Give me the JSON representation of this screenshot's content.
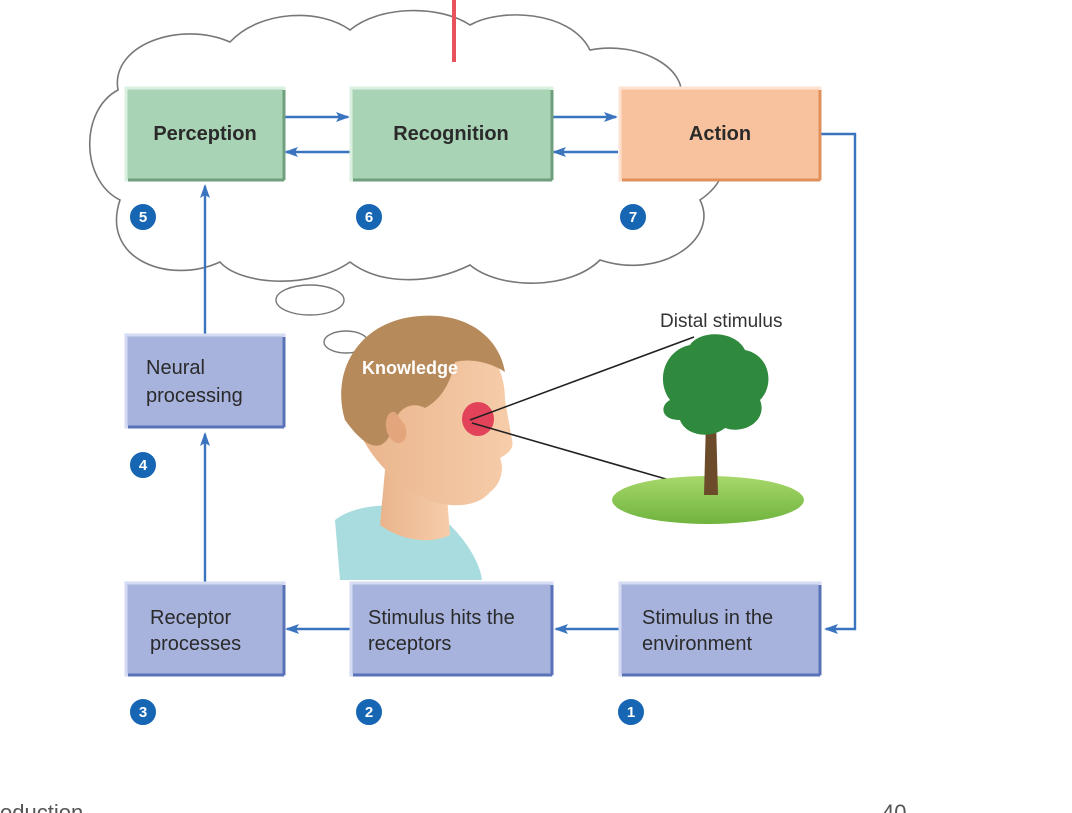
{
  "colors": {
    "green_box": "#a9d3b5",
    "orange_box": "#f9c29f",
    "blue_box": "#a7b3dd",
    "arrow": "#3a74bf",
    "badge": "#1766b4",
    "cursor": "#e8525c"
  },
  "cognitive": {
    "perception": {
      "label": "Perception",
      "step": "5"
    },
    "recognition": {
      "label": "Recognition",
      "step": "6"
    },
    "action": {
      "label": "Action",
      "step": "7"
    }
  },
  "process": {
    "neural": {
      "line1": "Neural",
      "line2": "processing",
      "step": "4"
    },
    "receptor": {
      "line1": "Receptor",
      "line2": "processes",
      "step": "3"
    },
    "stimulus_hits": {
      "line1": "Stimulus hits the",
      "line2": "receptors",
      "step": "2"
    },
    "stimulus_env": {
      "line1": "Stimulus in the",
      "line2": "environment",
      "step": "1"
    }
  },
  "illustration": {
    "knowledge_label": "Knowledge",
    "distal_label": "Distal stimulus"
  },
  "footer": {
    "left": "oduction",
    "right": "40"
  }
}
